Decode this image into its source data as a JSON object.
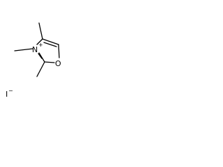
{
  "molecule": {
    "ring_nitrogen": {
      "symbol": "N",
      "charge": "+"
    },
    "ring_oxygen": {
      "symbol": "O"
    }
  },
  "counterion": {
    "text": "I",
    "charge": "−"
  }
}
